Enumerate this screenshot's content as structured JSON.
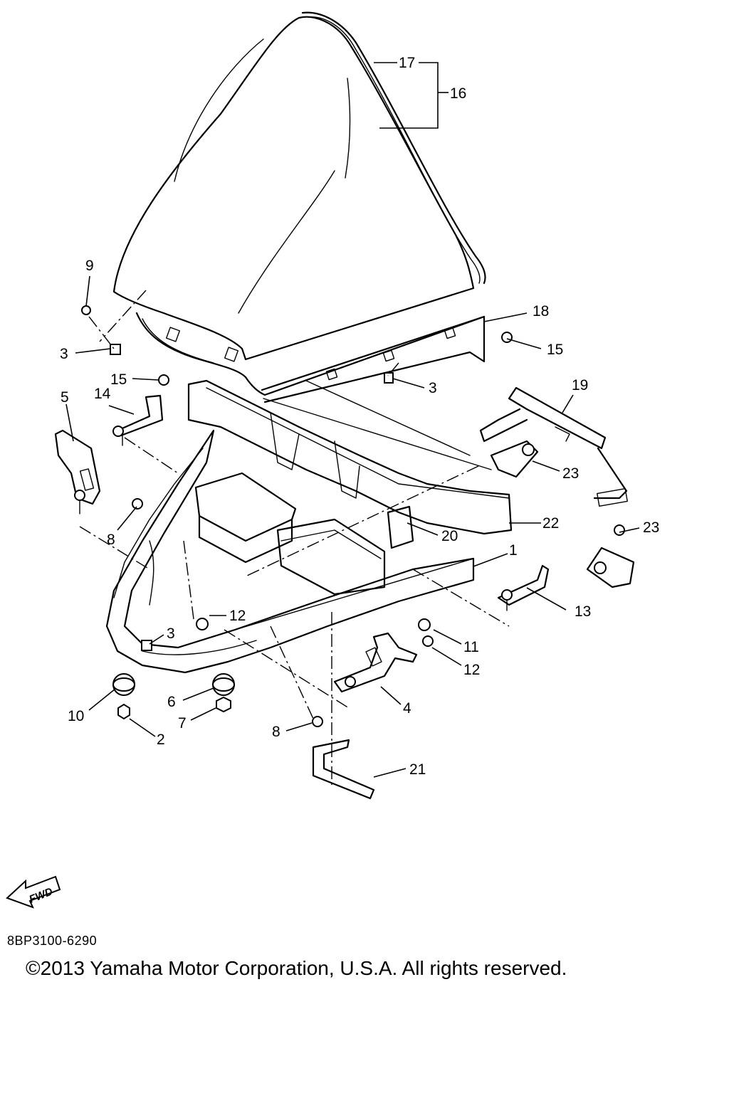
{
  "diagram": {
    "callouts": [
      "17",
      "16",
      "18",
      "15",
      "9",
      "3",
      "3",
      "15",
      "14",
      "5",
      "19",
      "23",
      "22",
      "8",
      "20",
      "23",
      "1",
      "13",
      "12",
      "3",
      "11",
      "12",
      "10",
      "6",
      "4",
      "2",
      "7",
      "8",
      "21"
    ],
    "fwd_label": "FWD"
  },
  "footer": {
    "part_number": "8BP3100-6290",
    "copyright": "©2013 Yamaha Motor Corporation, U.S.A. All rights reserved."
  }
}
